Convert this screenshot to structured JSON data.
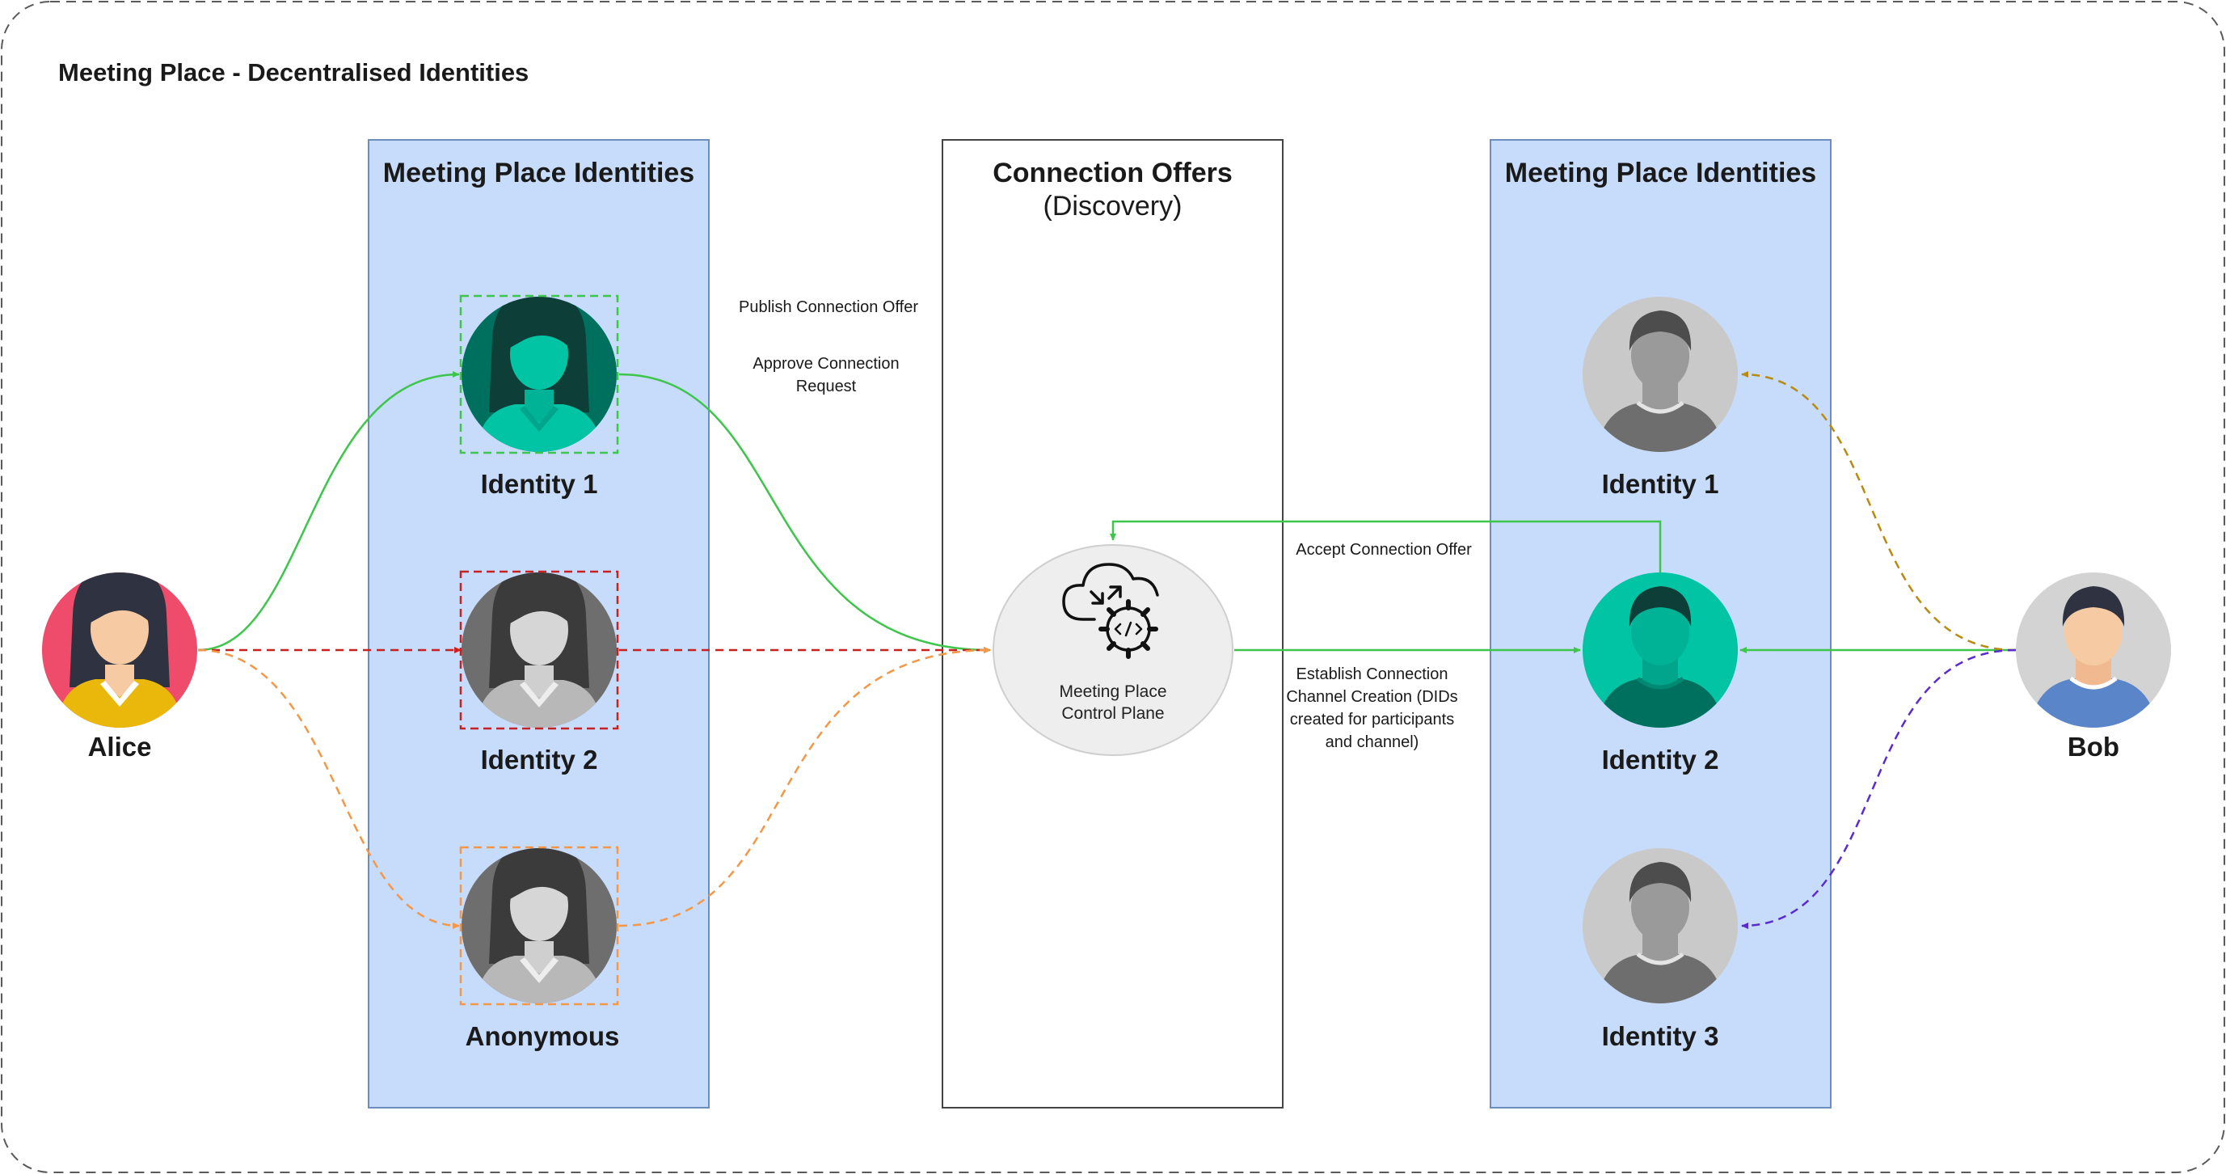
{
  "title": "Meeting Place - Decentralised Identities",
  "colors": {
    "identity_column_fill": "#c7dbfb",
    "identity_column_border": "#6c8ebf",
    "green_flow": "#3ec54b",
    "red_flow": "#c92020",
    "orange_flow": "#f49746",
    "gold_flow": "#b98a10",
    "purple_flow": "#5a2bd0",
    "alice_bg": "#ef4b6a",
    "alice_body": "#e9b80a",
    "teal_active": "#00c4a3",
    "teal_dark": "#00705e",
    "gray_identity": "#6e6e6e",
    "gray_light": "#c9c9c9",
    "bob_shirt": "#5a86c9"
  },
  "columns": {
    "left_identities": {
      "heading": "Meeting Place Identities",
      "identities": [
        {
          "label": "Identity 1",
          "state": "active",
          "icon": "woman-avatar-icon"
        },
        {
          "label": "Identity 2",
          "state": "inactive",
          "icon": "woman-avatar-icon"
        },
        {
          "label": "Anonymous",
          "state": "inactive",
          "icon": "woman-avatar-icon"
        }
      ]
    },
    "connection_offers": {
      "heading": "Connection Offers",
      "subheading": "(Discovery)",
      "control_plane": {
        "label": "Meeting Place Control Plane",
        "icon": "cloud-gear-icon"
      }
    },
    "right_identities": {
      "heading": "Meeting Place Identities",
      "identities": [
        {
          "label": "Identity 1",
          "state": "inactive",
          "icon": "man-avatar-icon"
        },
        {
          "label": "Identity 2",
          "state": "active",
          "icon": "man-avatar-icon"
        },
        {
          "label": "Identity 3",
          "state": "inactive",
          "icon": "man-avatar-icon"
        }
      ]
    }
  },
  "actors": {
    "alice": {
      "label": "Alice",
      "icon": "woman-avatar-icon"
    },
    "bob": {
      "label": "Bob",
      "icon": "man-avatar-icon"
    }
  },
  "edge_labels": {
    "publish": "Publish Connection Offer",
    "approve": "Approve Connection Request",
    "accept": "Accept Connection Offer",
    "establish": "Establish Connection Channel Creation (DIDs created for participants and channel)"
  }
}
